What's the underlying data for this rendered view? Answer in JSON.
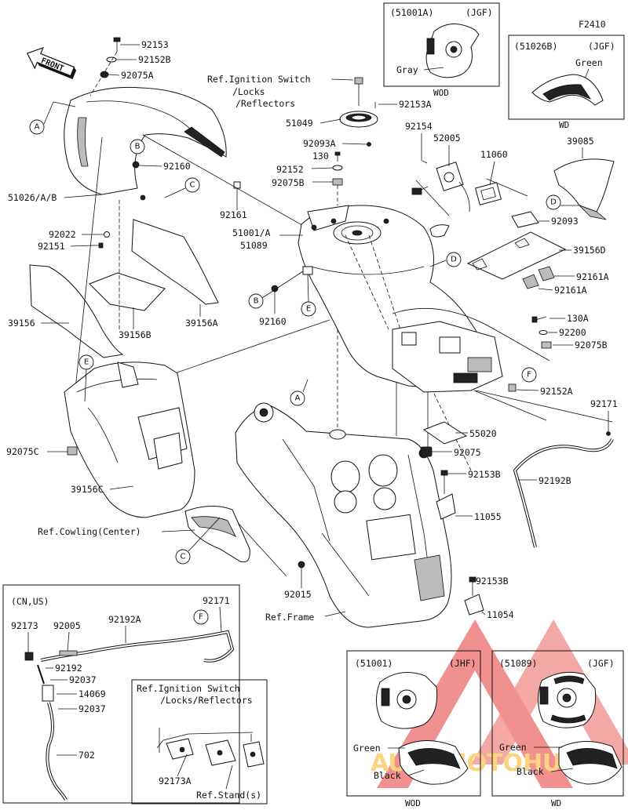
{
  "diagram_code": "F2410",
  "front_label": "FRONT",
  "callouts": [
    "A",
    "B",
    "C",
    "D",
    "E",
    "F"
  ],
  "parts": {
    "p92153": "92153",
    "p92152B": "92152B",
    "p92075A": "92075A",
    "p51026": "51026/A/B",
    "p92160_a": "92160",
    "p92161": "92161",
    "p92022": "92022",
    "p92151": "92151",
    "p39156": "39156",
    "p39156B": "39156B",
    "p39156A": "39156A",
    "ref_ignition_1": "Ref.Ignition Switch",
    "ref_ignition_2": "/Locks",
    "ref_ignition_3": "/Reflectors",
    "p92153A": "92153A",
    "p51049": "51049",
    "p92093A": "92093A",
    "p130_a": "130",
    "p92152": "92152",
    "p92075B": "92075B",
    "p51001A": "51001/A",
    "p51089": "51089",
    "p92154": "92154",
    "p52005": "52005",
    "p11060": "11060",
    "p39085": "39085",
    "p92093": "92093",
    "p39156D": "39156D",
    "p92161A_1": "92161A",
    "p92161A_2": "92161A",
    "p130A": "130A",
    "p92200": "92200",
    "p92075B_2": "92075B",
    "p92152A": "92152A",
    "p92171": "92171",
    "p92160_b": "92160",
    "p92075C": "92075C",
    "p39156C": "39156C",
    "p55020": "55020",
    "p92075": "92075",
    "p92153B_1": "92153B",
    "p92192B": "92192B",
    "p11055": "11055",
    "ref_cowling": "Ref.Cowling(Center)",
    "p92015": "92015",
    "ref_frame": "Ref.Frame",
    "p92153B_2": "92153B",
    "p11054": "11054"
  },
  "inset_51001A": {
    "code": "(51001A)",
    "region": "(JGF)",
    "color": "Gray",
    "model": "WOD"
  },
  "inset_51026B": {
    "code": "(51026B)",
    "region": "(JGF)",
    "color": "Green",
    "model": "WD"
  },
  "inset_cnus": {
    "region": "(CN,US)",
    "p92171": "92171",
    "p92173": "92173",
    "p92005": "92005",
    "p92192A": "92192A",
    "p92192": "92192",
    "p92037_1": "92037",
    "p14069": "14069",
    "p92037_2": "92037",
    "p702": "702"
  },
  "inset_ignition": {
    "ref_1": "Ref.Ignition Switch",
    "ref_2": "/Locks/Reflectors",
    "p92173A": "92173A",
    "ref_stand": "Ref.Stand(s)"
  },
  "inset_51001": {
    "code": "(51001)",
    "region": "(JHF)",
    "color1": "Green",
    "color2": "Black",
    "model": "WOD"
  },
  "inset_51089": {
    "code": "(51089)",
    "region": "(JGF)",
    "color1": "Green",
    "color2": "Black",
    "model": "WD"
  },
  "watermark": {
    "text": "AUTOMOTOHUB",
    "color": "#e53935",
    "accent": "#f6b21a"
  }
}
